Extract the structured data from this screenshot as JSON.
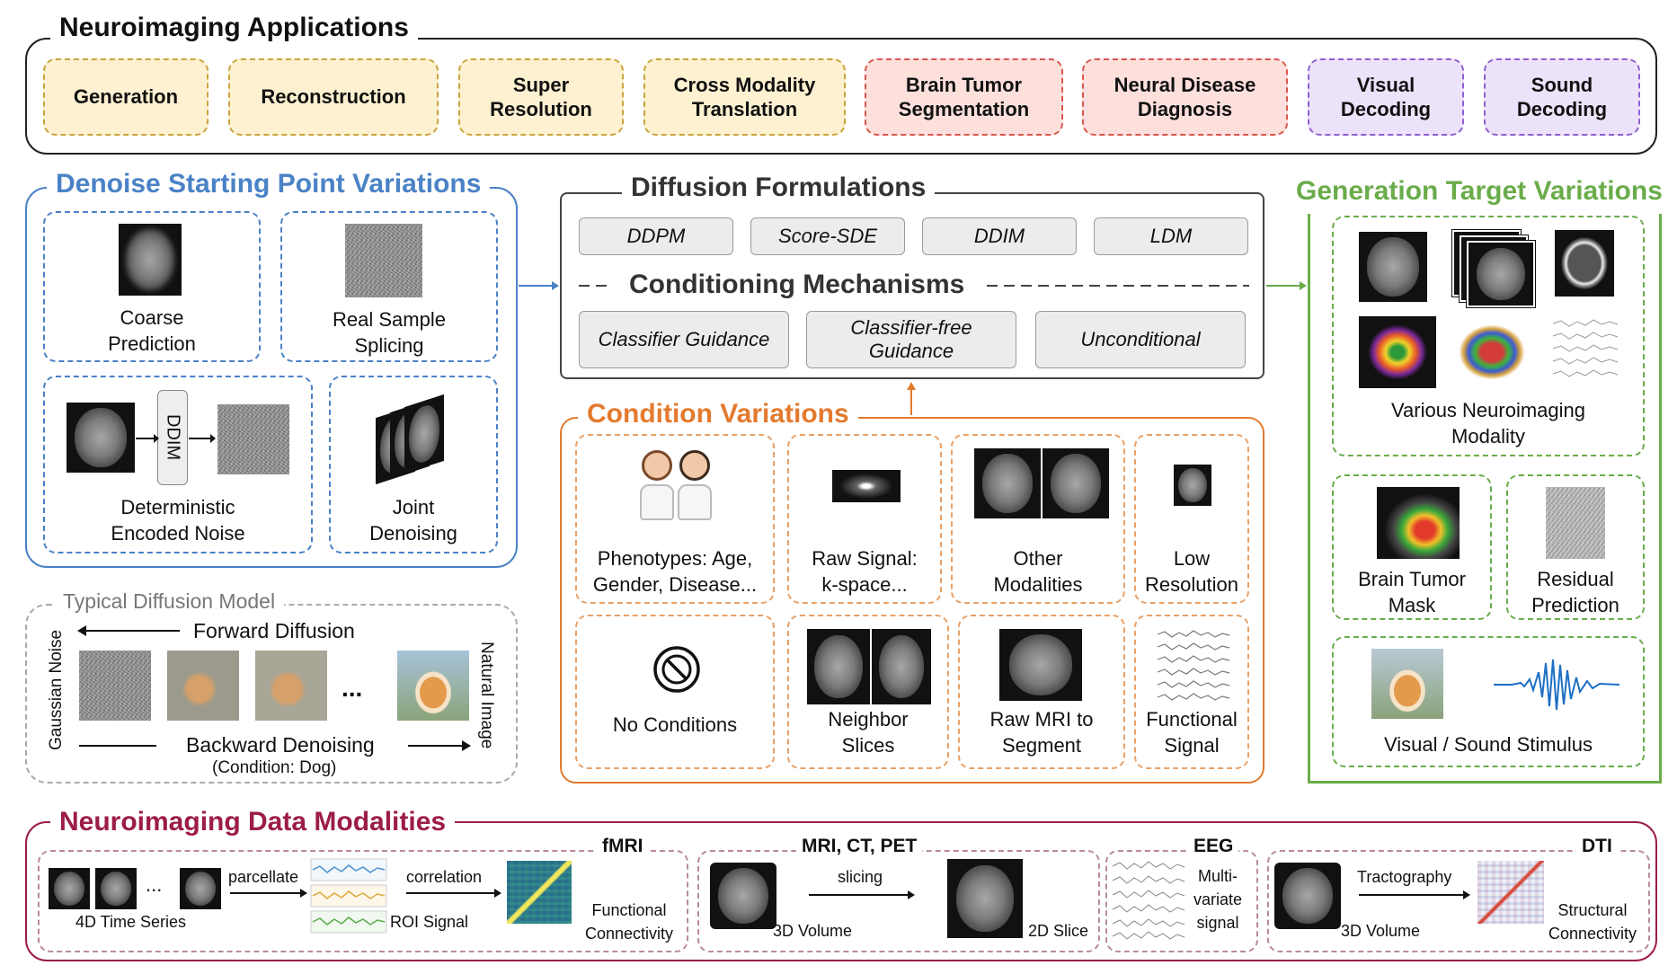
{
  "applications": {
    "title": "Neuroimaging Applications",
    "items": [
      {
        "label": "Generation",
        "group": "yellow"
      },
      {
        "label": "Reconstruction",
        "group": "yellow"
      },
      {
        "label": "Super Resolution",
        "group": "yellow"
      },
      {
        "label": "Cross Modality Translation",
        "group": "yellow"
      },
      {
        "label": "Brain Tumor Segmentation",
        "group": "red"
      },
      {
        "label": "Neural Disease Diagnosis",
        "group": "red"
      },
      {
        "label": "Visual Decoding",
        "group": "purple"
      },
      {
        "label": "Sound Decoding",
        "group": "purple"
      }
    ]
  },
  "denoise": {
    "title": "Denoise Starting Point Variations",
    "coarse": "Coarse Prediction",
    "splicing": "Real Sample Splicing",
    "ddim_label": "DDIM",
    "deterministic": "Deterministic Encoded Noise",
    "joint": "Joint Denoising"
  },
  "typical": {
    "title": "Typical Diffusion Model",
    "forward": "Forward Diffusion",
    "backward": "Backward Denoising",
    "condition": "(Condition: Dog)",
    "left_label": "Gaussian Noise",
    "right_label": "Natural Image",
    "ellipsis": "..."
  },
  "formulations": {
    "title": "Diffusion Formulations",
    "items": [
      "DDPM",
      "Score-SDE",
      "DDIM",
      "LDM"
    ],
    "cond_title": "Conditioning Mechanisms",
    "cond_items": [
      "Classifier Guidance",
      "Classifier-free Guidance",
      "Unconditional"
    ]
  },
  "conditions": {
    "title": "Condition Variations",
    "items": [
      "Phenotypes: Age, Gender, Disease...",
      "Raw Signal: k-space...",
      "Other Modalities",
      "Low Resolution",
      "No Conditions",
      "Neighbor Slices",
      "Raw MRI to Segment",
      "Functional Signal"
    ]
  },
  "targets": {
    "title": "Generation Target Variations",
    "modality": "Various Neuroimaging Modality",
    "tumor": "Brain Tumor Mask",
    "residual": "Residual Prediction",
    "stimulus": "Visual / Sound Stimulus"
  },
  "modalities": {
    "title": "Neuroimaging Data Modalities",
    "fmri": {
      "title": "fMRI",
      "time_series": "4D Time Series",
      "ellipsis": "...",
      "parcellate": "parcellate",
      "roi": "ROI Signal",
      "correlation": "correlation",
      "fc": "Functional Connectivity"
    },
    "mri": {
      "title": "MRI, CT, PET",
      "slicing": "slicing",
      "volume": "3D Volume",
      "slice": "2D Slice"
    },
    "eeg": {
      "title": "EEG",
      "label": "Multi-variate signal"
    },
    "dti": {
      "title": "DTI",
      "tract": "Tractography",
      "volume": "3D Volume",
      "sc": "Structural Connectivity"
    }
  },
  "colors": {
    "blue": "#4a82c6",
    "orange": "#e37a2e",
    "green": "#6aac4a",
    "crimson": "#9c1c4a",
    "yellow_chip": "#fdf1d1",
    "red_chip": "#fde0dc",
    "purple_chip": "#ece3fa"
  }
}
